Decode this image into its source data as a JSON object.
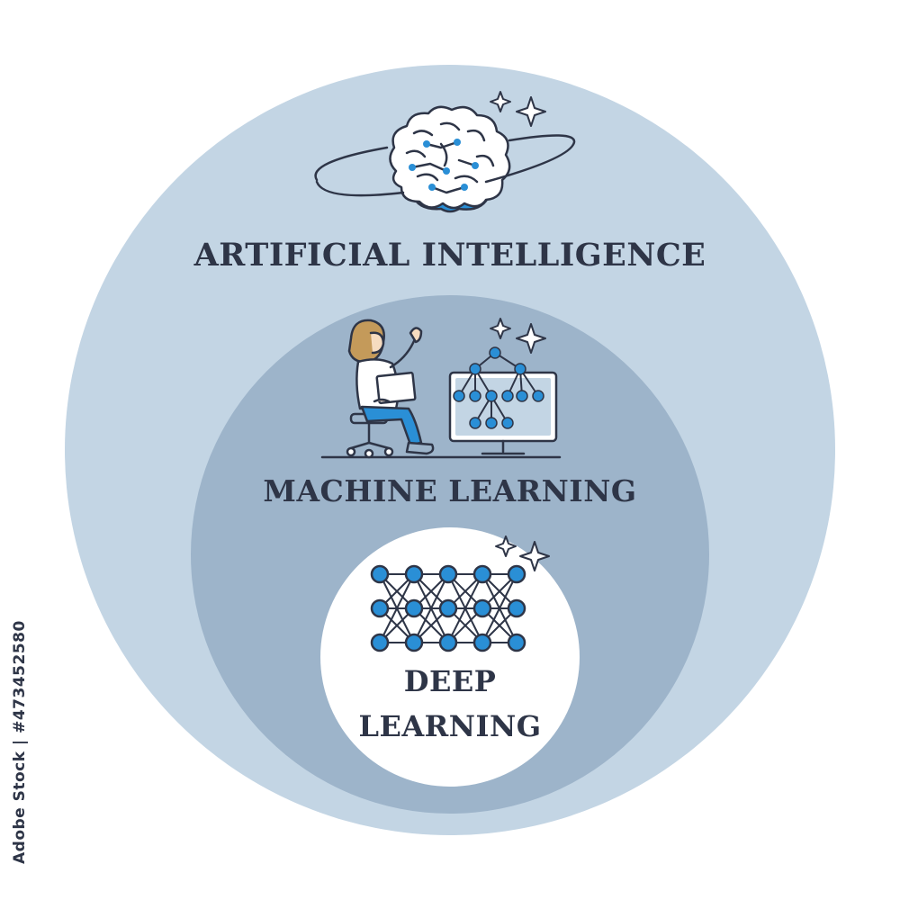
{
  "diagram": {
    "outer": {
      "label": "ARTIFICIAL INTELLIGENCE"
    },
    "middle": {
      "label": "MACHINE LEARNING"
    },
    "inner": {
      "label_line1": "DEEP",
      "label_line2": "LEARNING"
    }
  },
  "watermark": {
    "text": "Adobe Stock | #473452580"
  },
  "colors": {
    "outer_circle": "#c3d5e4",
    "middle_circle": "#9db4ca",
    "inner_circle": "#ffffff",
    "text": "#2e3547",
    "accent": "#2a8fd6",
    "outline": "#2e3547"
  },
  "icons": {
    "outer": "brain-orbit-icon",
    "middle": "person-computer-tree-icon",
    "inner": "neural-network-icon"
  }
}
